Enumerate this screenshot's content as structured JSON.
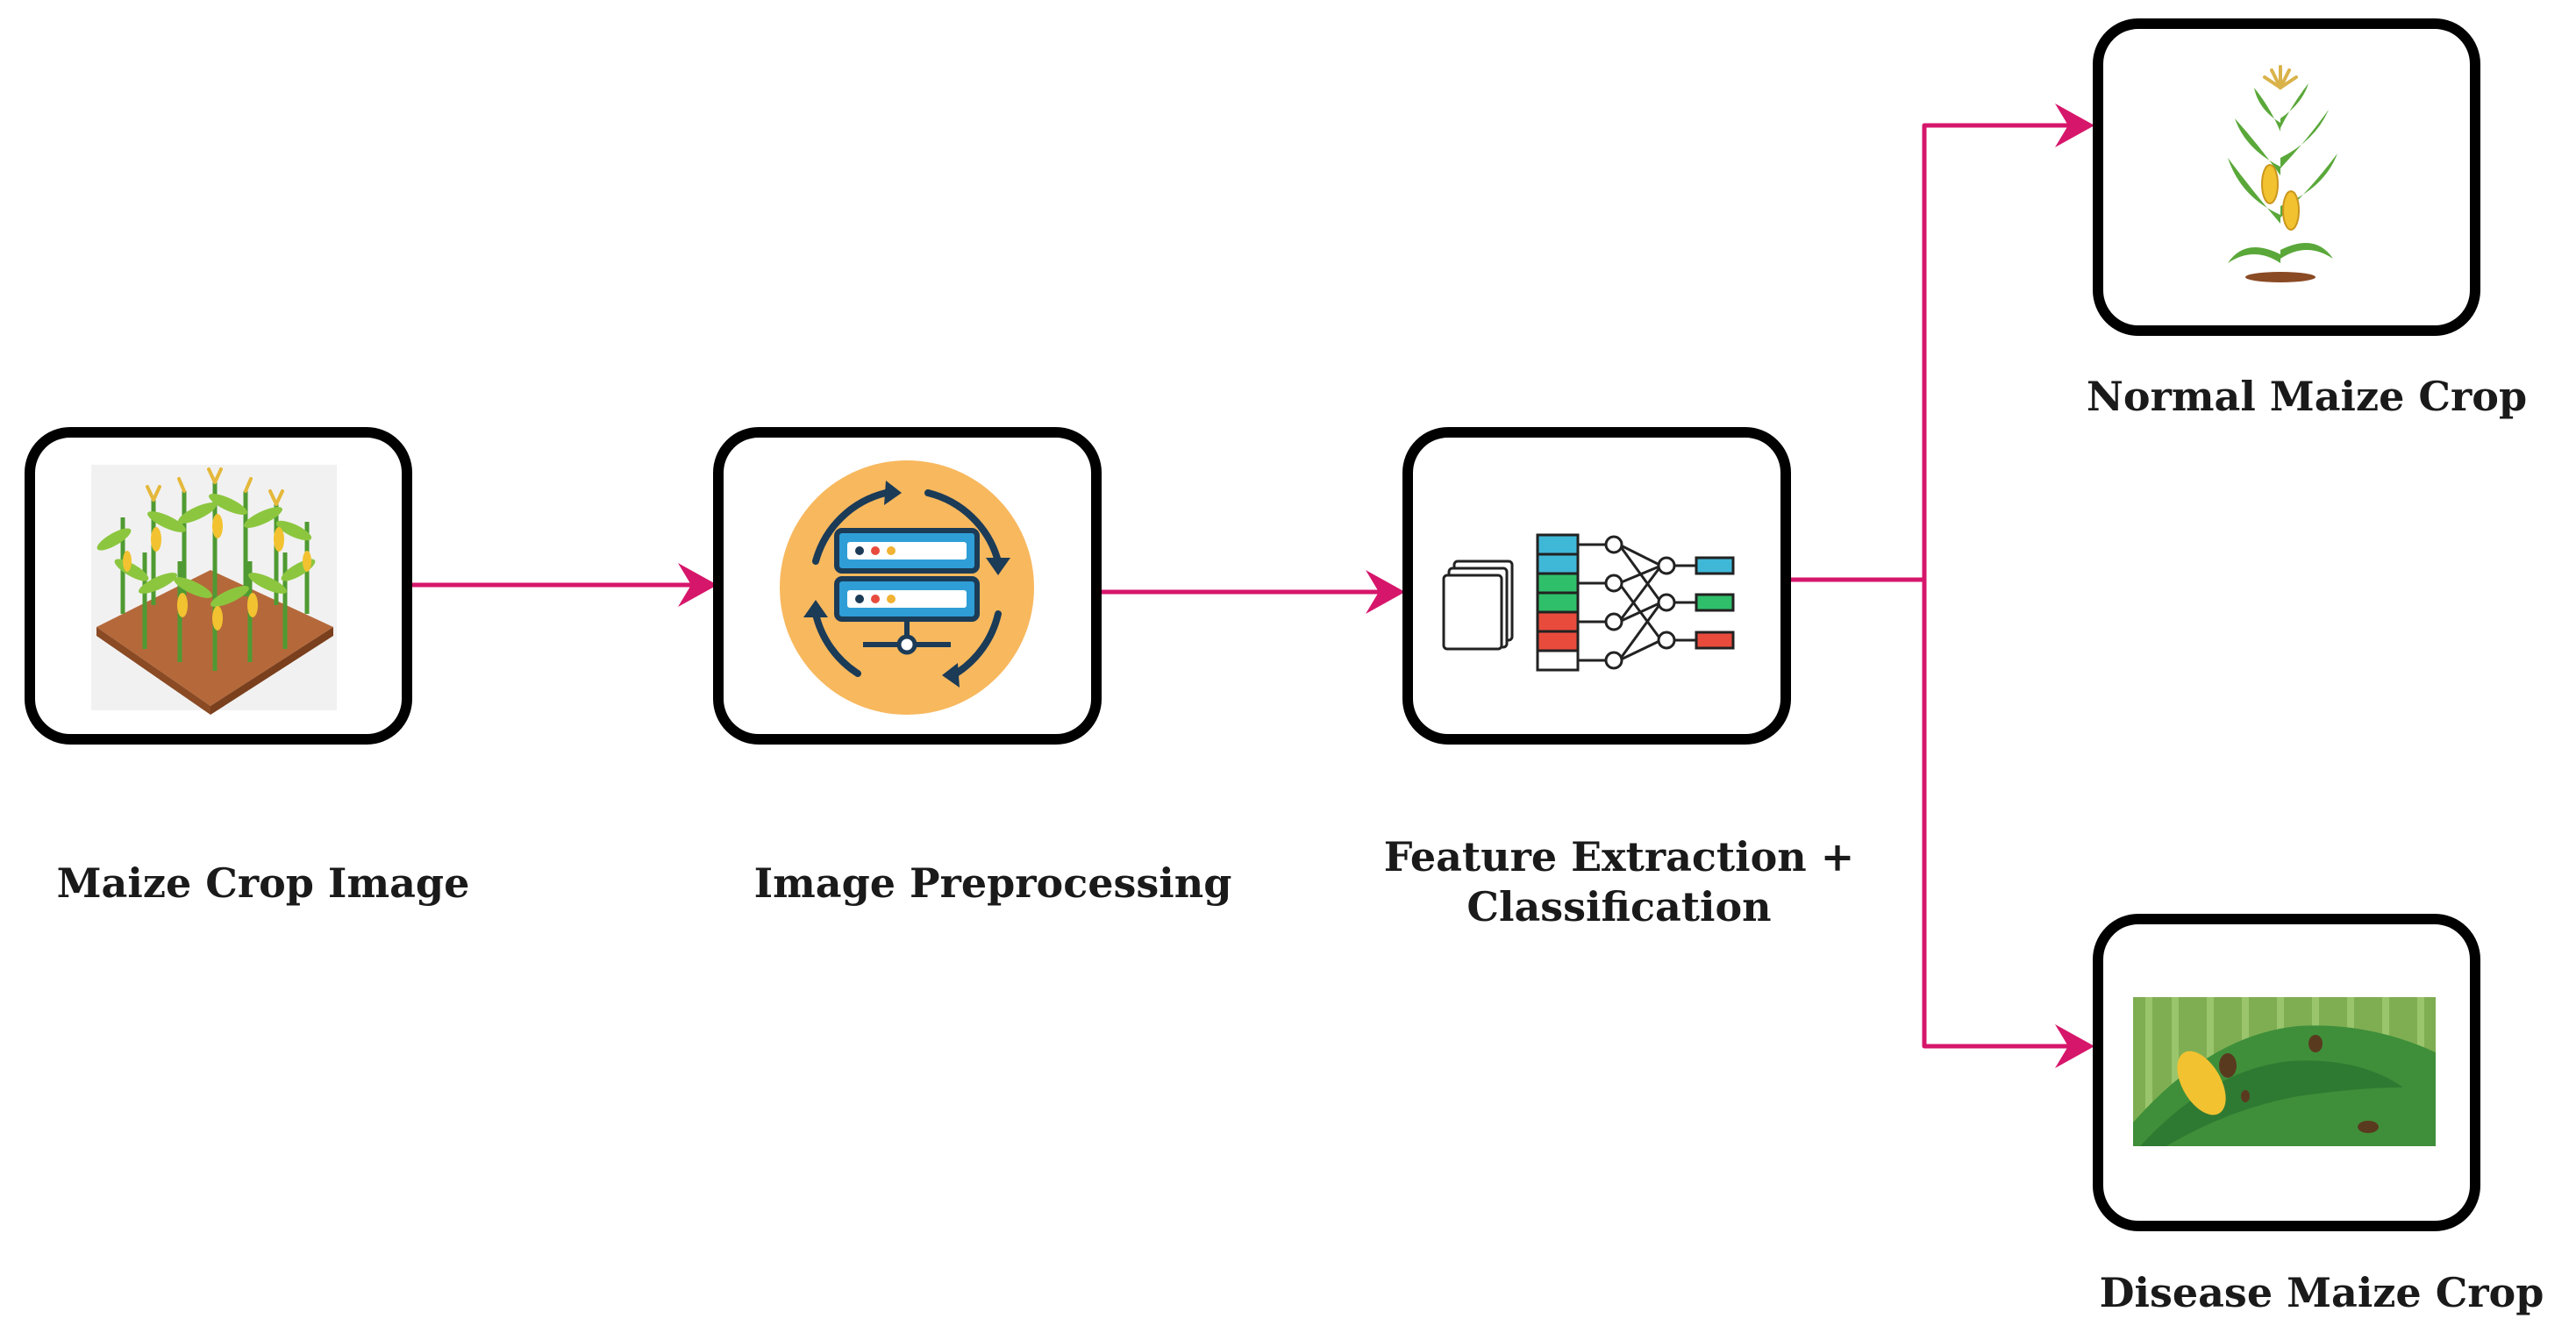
{
  "nodes": {
    "input": {
      "label": "Maize Crop Image",
      "icon": "maize-field-icon"
    },
    "preprocess": {
      "label": "Image Preprocessing",
      "icon": "server-sync-icon"
    },
    "feature": {
      "label_line1": "Feature Extraction +",
      "label_line2": "Classification",
      "icon": "neural-network-icon"
    },
    "normal": {
      "label": "Normal Maize Crop",
      "icon": "maize-plant-icon"
    },
    "disease": {
      "label": "Disease Maize Crop",
      "icon": "diseased-leaf-icon"
    }
  },
  "colors": {
    "arrow": "#d6166b",
    "box_border": "#000000",
    "preprocess_circle": "#f8b85e",
    "server_blue": "#2f9ed6",
    "server_dark": "#1b3b57"
  }
}
